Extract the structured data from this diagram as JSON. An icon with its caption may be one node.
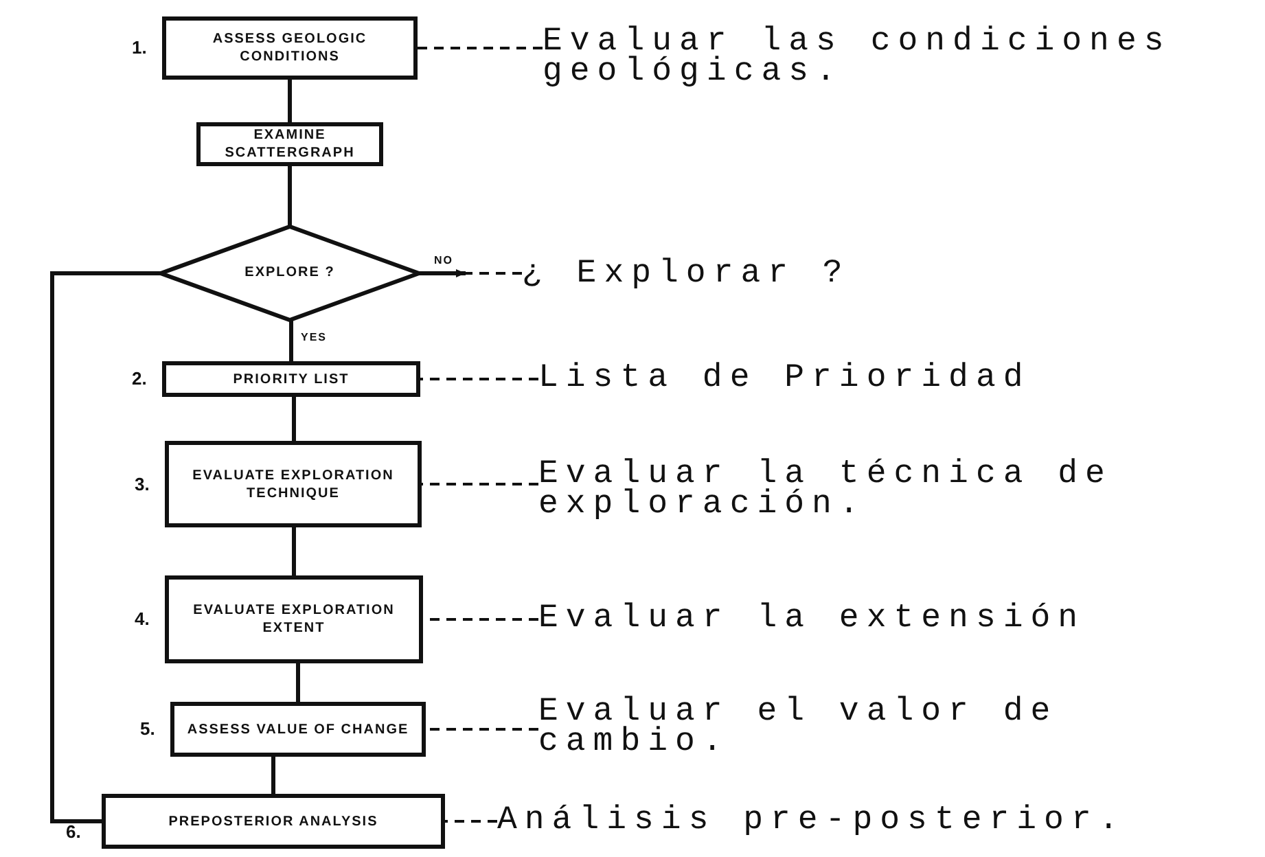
{
  "diagram": {
    "nodes": [
      {
        "text": [
          "ASSESS GEOLOGIC CONDITIONS"
        ],
        "beside": [
          "1."
        ]
      },
      {
        "text": [
          "EXAMINE SCATTERGRAPH"
        ]
      },
      {
        "text": [
          "EXPLORE ?"
        ]
      },
      {
        "text": [
          "PRIORITY LIST"
        ],
        "beside": [
          "2."
        ]
      },
      {
        "text": [
          "EVALUATE EXPLORATION TECHNIQUE"
        ],
        "beside": [
          "3."
        ]
      },
      {
        "text": [
          "EVALUATE EXPLORATION EXTENT"
        ],
        "beside": [
          "4."
        ]
      },
      {
        "text": [
          "ASSESS VALUE OF CHANGE"
        ],
        "beside": [
          "5."
        ]
      },
      {
        "text": [
          "PREPOSTERIOR ANALYSIS"
        ],
        "beside": [
          "6."
        ]
      },
      {
        "text": [
          "Evaluar las condiciones geológicas."
        ]
      },
      {
        "text": [
          "¿ Explorar ?"
        ]
      },
      {
        "text": [
          "Lista de Prioridad"
        ]
      },
      {
        "text": [
          "Evaluar la técnica de exploración."
        ]
      },
      {
        "text": [
          "Evaluar la extensión"
        ]
      },
      {
        "text": [
          "Evaluar el valor de cambio."
        ]
      },
      {
        "text": [
          "Análisis pre-posterior."
        ]
      }
    ],
    "edges": [
      {
        "from": 0,
        "to": 1,
        "arrow": "none"
      },
      {
        "from": 1,
        "to": 2,
        "arrow": "none"
      },
      {
        "from": 2,
        "to": 3,
        "arrow": "none",
        "label": "YES"
      },
      {
        "from": 2,
        "to": null,
        "arrow": "to",
        "label": "NO"
      },
      {
        "from": 3,
        "to": 4,
        "arrow": "none"
      },
      {
        "from": 4,
        "to": 5,
        "arrow": "none"
      },
      {
        "from": 5,
        "to": 6,
        "arrow": "none"
      },
      {
        "from": 6,
        "to": 7,
        "arrow": "none"
      },
      {
        "from": 2,
        "to": 7,
        "arrow": "none"
      },
      {
        "from": 8,
        "to": 0,
        "arrow": "none",
        "style": "dashed"
      },
      {
        "from": 9,
        "to": 2,
        "arrow": "none",
        "style": "dashed"
      },
      {
        "from": 10,
        "to": 3,
        "arrow": "none",
        "style": "dashed"
      },
      {
        "from": 11,
        "to": 4,
        "arrow": "none",
        "style": "dashed"
      },
      {
        "from": 12,
        "to": 5,
        "arrow": "none",
        "style": "dashed"
      },
      {
        "from": 13,
        "to": 6,
        "arrow": "none",
        "style": "dashed"
      },
      {
        "from": 14,
        "to": 7,
        "arrow": "none",
        "style": "dashed"
      }
    ]
  }
}
